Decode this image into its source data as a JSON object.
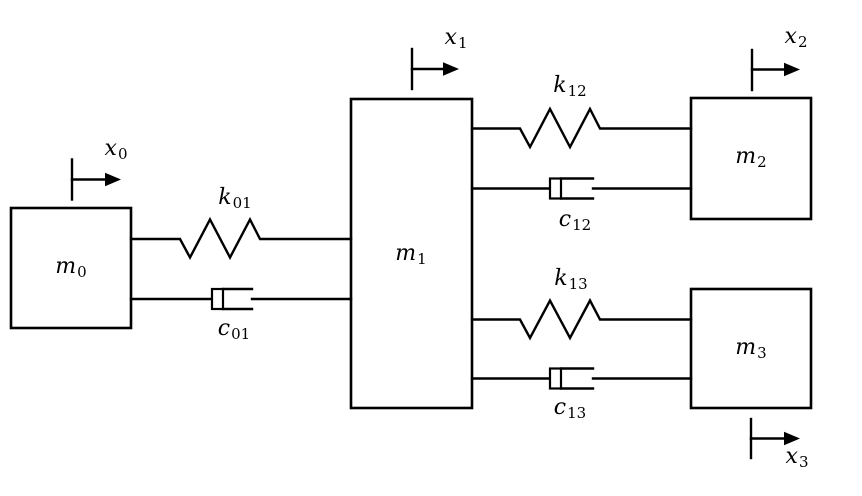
{
  "diagram_title": "four-mass translational spring-damper system",
  "colors": {
    "background": "#ffffff",
    "line": "#000000",
    "text": "#000000"
  },
  "labels": {
    "m0": {
      "base": "m",
      "sub": "0"
    },
    "m1": {
      "base": "m",
      "sub": "1"
    },
    "m2": {
      "base": "m",
      "sub": "2"
    },
    "m3": {
      "base": "m",
      "sub": "3"
    },
    "k01": {
      "base": "k",
      "sub": "01"
    },
    "k12": {
      "base": "k",
      "sub": "12"
    },
    "k13": {
      "base": "k",
      "sub": "13"
    },
    "c01": {
      "base": "c",
      "sub": "01"
    },
    "c12": {
      "base": "c",
      "sub": "12"
    },
    "c13": {
      "base": "c",
      "sub": "13"
    },
    "x0": {
      "base": "x",
      "sub": "0"
    },
    "x1": {
      "base": "x",
      "sub": "1"
    },
    "x2": {
      "base": "x",
      "sub": "2"
    },
    "x3": {
      "base": "x",
      "sub": "3"
    }
  }
}
